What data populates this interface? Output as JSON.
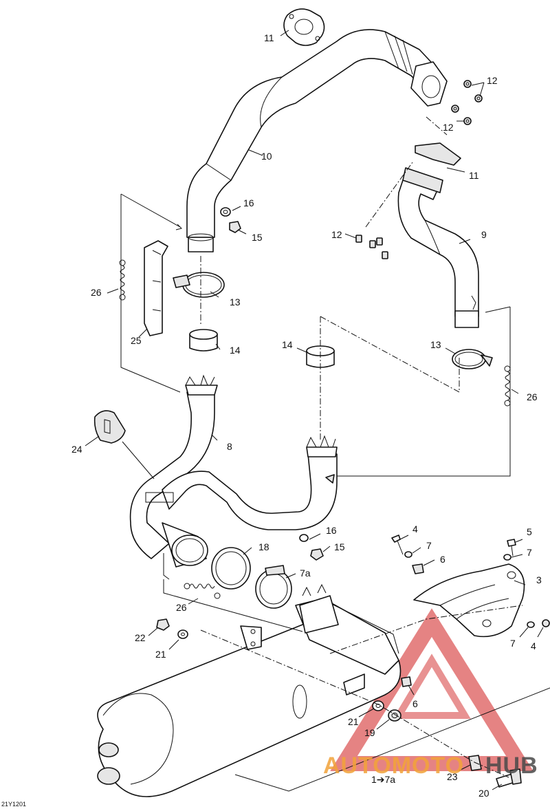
{
  "drawing_id": "21Y1201",
  "watermark": {
    "word_orange": "AUTOMOTO",
    "word_dark": "HUB",
    "orange": "#f2a33a",
    "dark": "#4a4a4a",
    "triangle": "#d94a4a"
  },
  "callouts": {
    "c11a": "11",
    "c12a": "12",
    "c12b": "12",
    "c10": "10",
    "c11b": "11",
    "c16a": "16",
    "c15a": "15",
    "c12c": "12",
    "c9": "9",
    "c26a": "26",
    "c13a": "13",
    "c25": "25",
    "c14a": "14",
    "c14b": "14",
    "c13b": "13",
    "c26b": "26",
    "c24": "24",
    "c8": "8",
    "c16b": "16",
    "c15b": "15",
    "c18": "18",
    "c7a_a": "7a",
    "c4a": "4",
    "c7a": "7",
    "c6a": "6",
    "c5": "5",
    "c7b": "7",
    "c3": "3",
    "c7c": "7",
    "c4b": "4",
    "c26c": "26",
    "c22": "22",
    "c21a": "21",
    "c6b": "6",
    "c21b": "21",
    "c19": "19",
    "c23": "23",
    "c20": "20",
    "ref": "1➔7a"
  }
}
